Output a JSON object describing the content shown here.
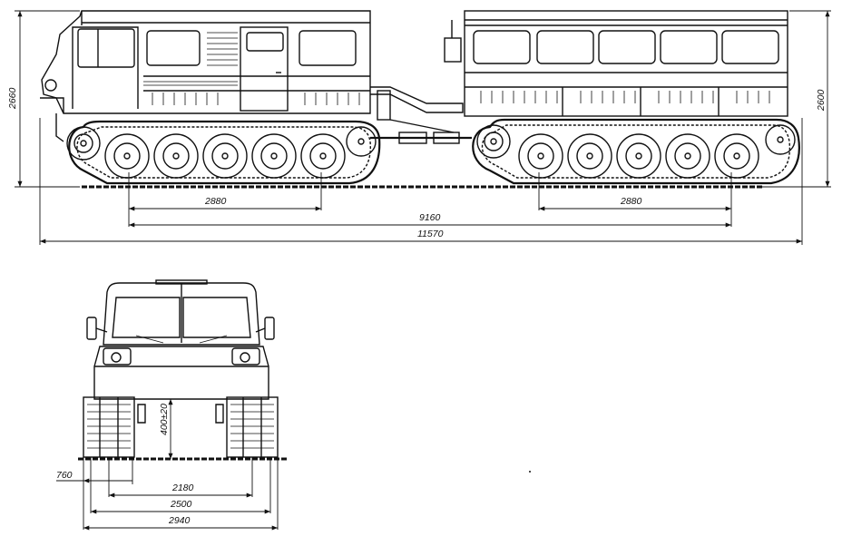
{
  "dimensions": {
    "side_height_cab": "2660",
    "side_height_body": "2600",
    "track_base_front": "2880",
    "track_base_rear": "2880",
    "axle_distance": "9160",
    "overall_length": "11570",
    "ground_clearance": "400±20",
    "track_width": "760",
    "track_gauge": "2180",
    "outer_width": "2500",
    "overall_width": "2940"
  }
}
